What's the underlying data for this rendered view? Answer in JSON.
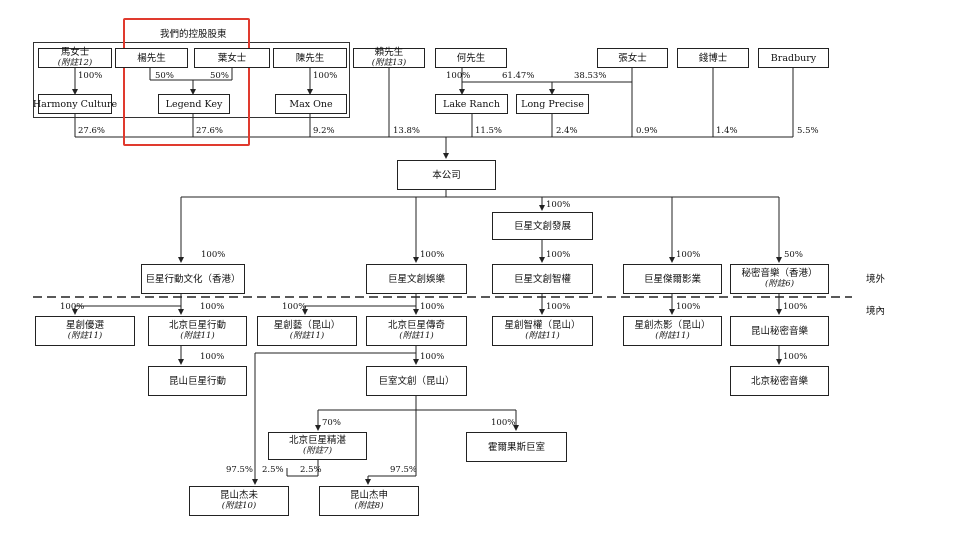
{
  "controlling_group": {
    "title": "我們的控股股東"
  },
  "shareholders": {
    "ma": {
      "name": "馬女士",
      "note": "(附註12)"
    },
    "yang": {
      "name": "楊先生"
    },
    "ye": {
      "name": "葉女士"
    },
    "chen": {
      "name": "陳先生"
    },
    "lai": {
      "name": "賴先生",
      "note": "(附註13)"
    },
    "he": {
      "name": "何先生"
    },
    "zhang": {
      "name": "張女士"
    },
    "qian": {
      "name": "錢博士"
    },
    "bradbury": {
      "name": "Bradbury"
    }
  },
  "holdcos": {
    "harmony": "Harmony Culture",
    "legend": "Legend Key",
    "maxone": "Max One",
    "lakeranch": "Lake Ranch",
    "longprecise": "Long Precise"
  },
  "company": "本公司",
  "subsidiaries": {
    "hk_action": "巨星行動文化（香港）",
    "ent": "巨星文創娛樂",
    "dev": "巨星文創發展",
    "ip": "巨星文創智權",
    "jieer": "巨星傑爾影業",
    "secret_hk": {
      "name": "秘密音樂（香港）",
      "note": "(附註6)"
    },
    "youxuan": {
      "name": "星創優選",
      "note": "(附註11)"
    },
    "bj_action": {
      "name": "北京巨星行動",
      "note": "(附註11)"
    },
    "art_ks": {
      "name": "星創藝（昆山）",
      "note": "(附註11)"
    },
    "bj_legend": {
      "name": "北京巨星傳奇",
      "note": "(附註11)"
    },
    "ip_ks": {
      "name": "星創智權（昆山）",
      "note": "(附註11)"
    },
    "jieying_ks": {
      "name": "星創杰影（昆山）",
      "note": "(附註11)"
    },
    "ks_secret": "昆山秘密音樂",
    "ks_action": "昆山巨星行動",
    "bj_secret": "北京秘密音樂",
    "ks_wenchuang": "巨室文創（昆山）",
    "bj_jingzhan": {
      "name": "北京巨星精湛",
      "note": "(附註7)"
    },
    "horgos": "霍爾果斯巨室",
    "ks_jiewei": {
      "name": "昆山杰未",
      "note": "(附註10)"
    },
    "ks_jieshen": {
      "name": "昆山杰申",
      "note": "(附註8)"
    }
  },
  "percentages": {
    "ma_harmony": "100%",
    "yang_legend": "50%",
    "ye_legend": "50%",
    "chen_maxone": "100%",
    "he_lake": "100%",
    "he_long": "61.47%",
    "zhang_long": "38.53%",
    "harmony_co": "27.6%",
    "legend_co": "27.6%",
    "maxone_co": "9.2%",
    "lai_co": "13.8%",
    "lake_co": "11.5%",
    "long_co": "2.4%",
    "zhang_co": "0.9%",
    "qian_co": "1.4%",
    "bradbury_co": "5.5%",
    "co_hk_action": "100%",
    "co_ent": "100%",
    "co_dev": "100%",
    "dev_ip": "100%",
    "co_jieer": "100%",
    "co_secret_hk": "50%",
    "hk_youxuan": "100%",
    "hk_bj_action": "100%",
    "ent_art": "100%",
    "ent_bj_legend": "100%",
    "ip_ip_ks": "100%",
    "jieer_jieying": "100%",
    "secret_ks_secret": "100%",
    "bj_action_ks_action": "100%",
    "bj_legend_ks_wen": "100%",
    "ks_secret_bj_secret": "100%",
    "ks_wen_jingzhan": "70%",
    "ks_wen_horgos": "100%",
    "bj_legend_jiewei": "97.5%",
    "jingzhan_jiewei": "2.5%",
    "jingzhan_jieshen": "2.5%",
    "ks_wen_jieshen": "97.5%"
  },
  "regions": {
    "offshore": "境外",
    "onshore": "境內"
  }
}
